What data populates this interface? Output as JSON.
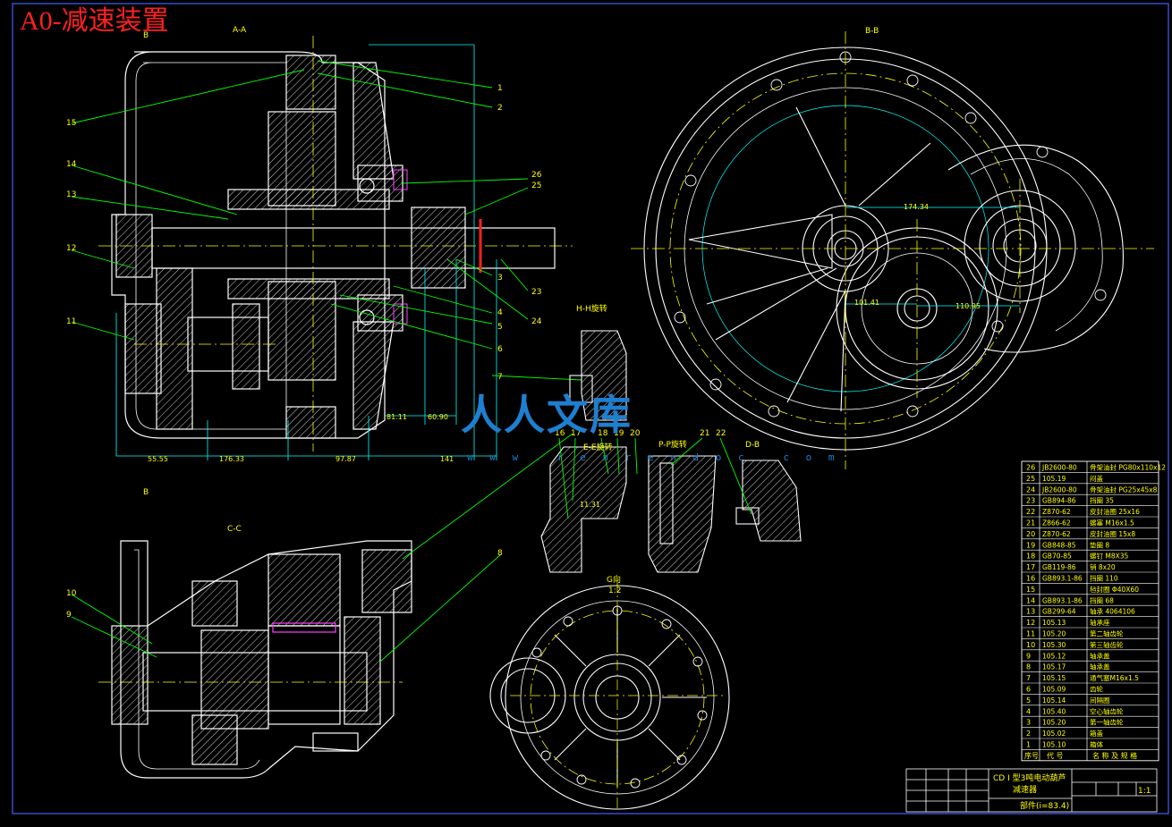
{
  "drawing_title": "A0-减速装置",
  "watermark": {
    "name": "人人文库",
    "url": "w w w . r e n r e n d o c . c o m"
  },
  "section_views": {
    "aa": "A-A",
    "bb": "B-B",
    "cc": "C-C",
    "db": "D-B",
    "hh": "H-H旋转",
    "ee": "E-E旋转",
    "pp": "P-P旋转",
    "g": "G向",
    "g_scale": "1:2",
    "b_mark": "B"
  },
  "dimensions": {
    "d1": "174.34",
    "d2": "101.41",
    "d3": "110.95",
    "d4": "81.11",
    "d5": "60.90",
    "d6": "11.31",
    "d7": "55.55",
    "d8": "176.33",
    "d9": "97.87",
    "d10": "141"
  },
  "balloons_left": [
    "15",
    "14",
    "13",
    "12",
    "11",
    "10",
    "9"
  ],
  "balloons_right": [
    "1",
    "2",
    "26",
    "25",
    "3",
    "23",
    "24",
    "4",
    "5",
    "6",
    "7",
    "8"
  ],
  "balloons_mid": [
    "16",
    "17",
    "18",
    "19",
    "20",
    "21",
    "22"
  ],
  "parts_list": [
    {
      "no": "26",
      "code": "JB2600-80",
      "name": "骨架油封 PG80x110x12"
    },
    {
      "no": "25",
      "code": "105.19",
      "name": "闷盖"
    },
    {
      "no": "24",
      "code": "JB2600-80",
      "name": "骨架油封 PG25x45x8"
    },
    {
      "no": "23",
      "code": "GB894-86",
      "name": "挡圈 35"
    },
    {
      "no": "22",
      "code": "Z870-62",
      "name": "皮封油圈 25x16"
    },
    {
      "no": "21",
      "code": "Z866-62",
      "name": "螺塞 M16x1.5"
    },
    {
      "no": "20",
      "code": "Z870-62",
      "name": "皮封油圈 15x8"
    },
    {
      "no": "19",
      "code": "GB848-85",
      "name": "垫圈 8"
    },
    {
      "no": "18",
      "code": "GB70-85",
      "name": "螺钉 M8X35"
    },
    {
      "no": "17",
      "code": "GB119-86",
      "name": "销 8x20"
    },
    {
      "no": "16",
      "code": "GB893.1-86",
      "name": "挡圈 110"
    },
    {
      "no": "15",
      "code": "",
      "name": "毡封圈 Φ40X60"
    },
    {
      "no": "14",
      "code": "GB893.1-86",
      "name": "挡圈 68"
    },
    {
      "no": "13",
      "code": "GB299-64",
      "name": "轴承 4064106"
    },
    {
      "no": "12",
      "code": "105.13",
      "name": "轴承座"
    },
    {
      "no": "11",
      "code": "105.20",
      "name": "第二轴齿轮"
    },
    {
      "no": "10",
      "code": "105.30",
      "name": "第三轴齿轮"
    },
    {
      "no": "9",
      "code": "105.12",
      "name": "轴承盖"
    },
    {
      "no": "8",
      "code": "105.17",
      "name": "轴承盖"
    },
    {
      "no": "7",
      "code": "105.15",
      "name": "通气塞M16x1.5"
    },
    {
      "no": "6",
      "code": "105.09",
      "name": "齿轮"
    },
    {
      "no": "5",
      "code": "105.14",
      "name": "间隔圈"
    },
    {
      "no": "4",
      "code": "105.40",
      "name": "空心轴齿轮"
    },
    {
      "no": "3",
      "code": "105.20",
      "name": "第一轴齿轮"
    },
    {
      "no": "2",
      "code": "105.02",
      "name": "箱盖"
    },
    {
      "no": "1",
      "code": "105.10",
      "name": "箱体"
    }
  ],
  "parts_header": {
    "no": "序号",
    "code": "代 号",
    "name": "名 称 及 规 格"
  },
  "title_block": {
    "line1": "CD I 型3吨电动葫芦",
    "line2": "减速器",
    "line3": "部件(i=83.4)",
    "scale": "1:1"
  },
  "colors": {
    "frame": "#4060ff",
    "yellow": "#ffff00",
    "green": "#00ff00",
    "cyan": "#00ffff",
    "magenta": "#ff40ff",
    "red": "#ff2020",
    "white": "#ffffff"
  }
}
